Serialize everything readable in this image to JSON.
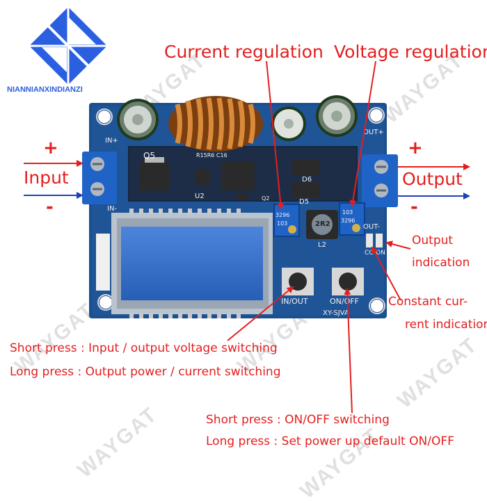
{
  "brand": {
    "name": "NIANNIANXINDIANZI",
    "logo_color": "#2a5fe0"
  },
  "watermark": "WAYGAT",
  "labels": {
    "current_regulation": "Current regulation",
    "voltage_regulation": "Voltage regulation",
    "input": "Input",
    "output": "Output",
    "input_plus": "+",
    "input_minus": "-",
    "output_plus": "+",
    "output_minus": "-",
    "output_indication_1": "Output",
    "output_indication_2": "indication",
    "constant_current_1": "Constant cur-",
    "constant_current_2": "rent indication",
    "inout_short": "Short press : Input / output voltage switching",
    "inout_long": "Long press : Output power / current switching",
    "onoff_short": "Short press : ON/OFF switching",
    "onoff_long": "Long press : Set power up default ON/OFF"
  },
  "board": {
    "silk_in_plus": "IN+",
    "silk_in_minus": "IN-",
    "silk_out_plus": "OUT+",
    "silk_out_minus": "OUT-",
    "silk_q5": "Q5",
    "silk_u2": "U2",
    "silk_q2": "Q2",
    "silk_d5": "D5",
    "silk_d6": "D6",
    "silk_l2": "L2",
    "silk_r15": "R15R6 C16",
    "silk_inout": "IN/OUT",
    "silk_onoff": "ON/OFF",
    "silk_cc": "CC",
    "silk_on": "ON",
    "silk_model": "XY-SJVA",
    "inductor_marking": "2R2",
    "pot_marking_1": "3296",
    "pot_marking_2": "103",
    "board_color": "#1b4f8e",
    "lcd_color": "#2e6fd6"
  },
  "colors": {
    "label_red": "#e41e1e",
    "arrow_blue": "#1f3fb6"
  }
}
